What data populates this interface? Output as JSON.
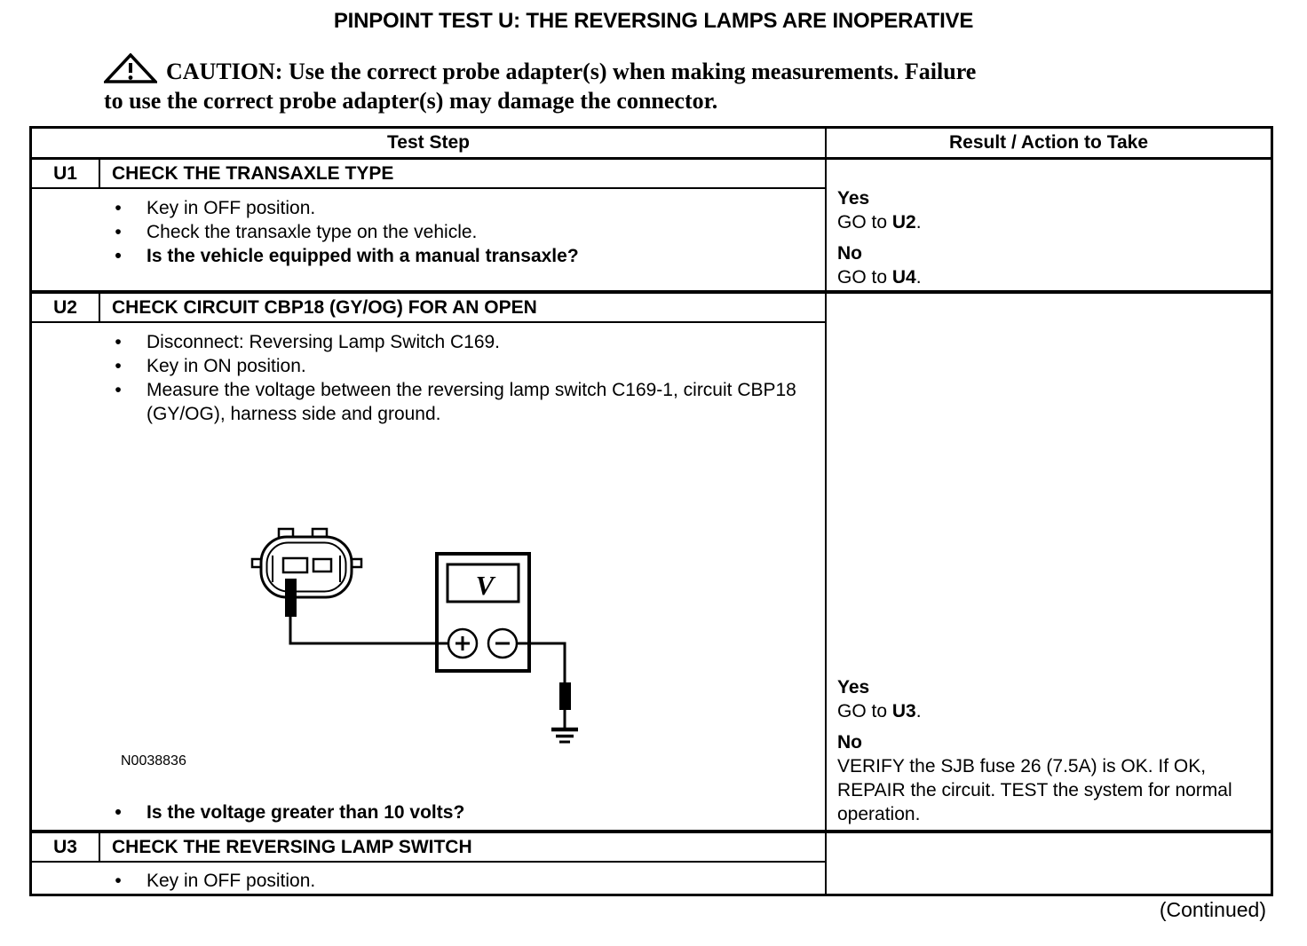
{
  "page": {
    "title": "PINPOINT TEST U: THE REVERSING LAMPS ARE INOPERATIVE",
    "caution_lines": [
      "CAUTION: Use the correct probe adapter(s) when making measurements. Failure",
      "to use the correct probe adapter(s) may damage the connector."
    ],
    "continued": "(Continued)"
  },
  "glyphs": {
    "bullet": "•"
  },
  "table": {
    "header": {
      "test_step": "Test Step",
      "result": "Result / Action to Take"
    },
    "steps": [
      {
        "id": "U1",
        "title": "CHECK THE TRANSAXLE TYPE",
        "bullets": [
          "Key in OFF position.",
          "Check the transaxle type on the vehicle.",
          "Is the vehicle equipped with a manual transaxle?"
        ],
        "results": [
          {
            "label": "Yes",
            "prefix": "GO to ",
            "ref": "U2",
            "suffix": "."
          },
          {
            "label": "No",
            "prefix": "GO to ",
            "ref": "U4",
            "suffix": "."
          }
        ]
      },
      {
        "id": "U2",
        "title": "CHECK CIRCUIT CBP18 (GY/OG) FOR AN OPEN",
        "bullets": [
          "Disconnect: Reversing Lamp Switch C169.",
          "Key in ON position.",
          "Measure the voltage between the reversing lamp switch C169-1, circuit CBP18 (GY/OG), harness side and ground."
        ],
        "question": "Is the voltage greater than 10 volts?",
        "results": [
          {
            "label": "Yes",
            "prefix": "GO to ",
            "ref": "U3",
            "suffix": "."
          },
          {
            "label": "No",
            "action": "VERIFY the SJB fuse 26 (7.5A) is OK. If OK, REPAIR the circuit. TEST the system for normal operation."
          }
        ]
      },
      {
        "id": "U3",
        "title": "CHECK THE REVERSING LAMP SWITCH",
        "bullets": [
          "Key in OFF position."
        ]
      }
    ]
  },
  "diagram": {
    "figure_label": "N0038836",
    "meter_display": "V",
    "icons": {
      "warning": "warning-triangle",
      "plus_terminal": "plus-in-circle",
      "minus_terminal": "minus-in-circle",
      "ground": "ground-symbol",
      "connector": "reversing-lamp-switch-connector",
      "probe": "test-probe"
    }
  }
}
